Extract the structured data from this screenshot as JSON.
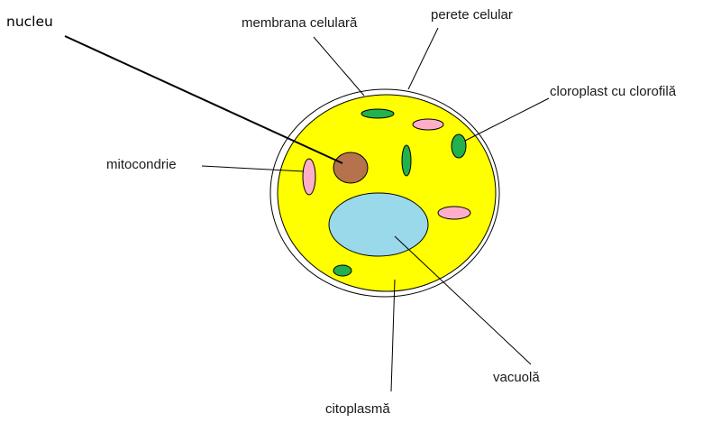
{
  "labels": {
    "nucleu": "nucleu",
    "membrana": "membrana celulară",
    "perete": "perete celular",
    "cloroplast": "cloroplast cu clorofilă",
    "mitocondrie": "mitocondrie",
    "vacuola": "vacuolă",
    "citoplasma": "citoplasmă"
  },
  "colors": {
    "cytoplasm": "#ffff00",
    "cell_wall": "#ffffff",
    "nucleus": "#b5734d",
    "vacuole": "#99d9ea",
    "chloroplast": "#22b14c",
    "mitochondrion": "#ffaec9",
    "outline": "#000000"
  }
}
